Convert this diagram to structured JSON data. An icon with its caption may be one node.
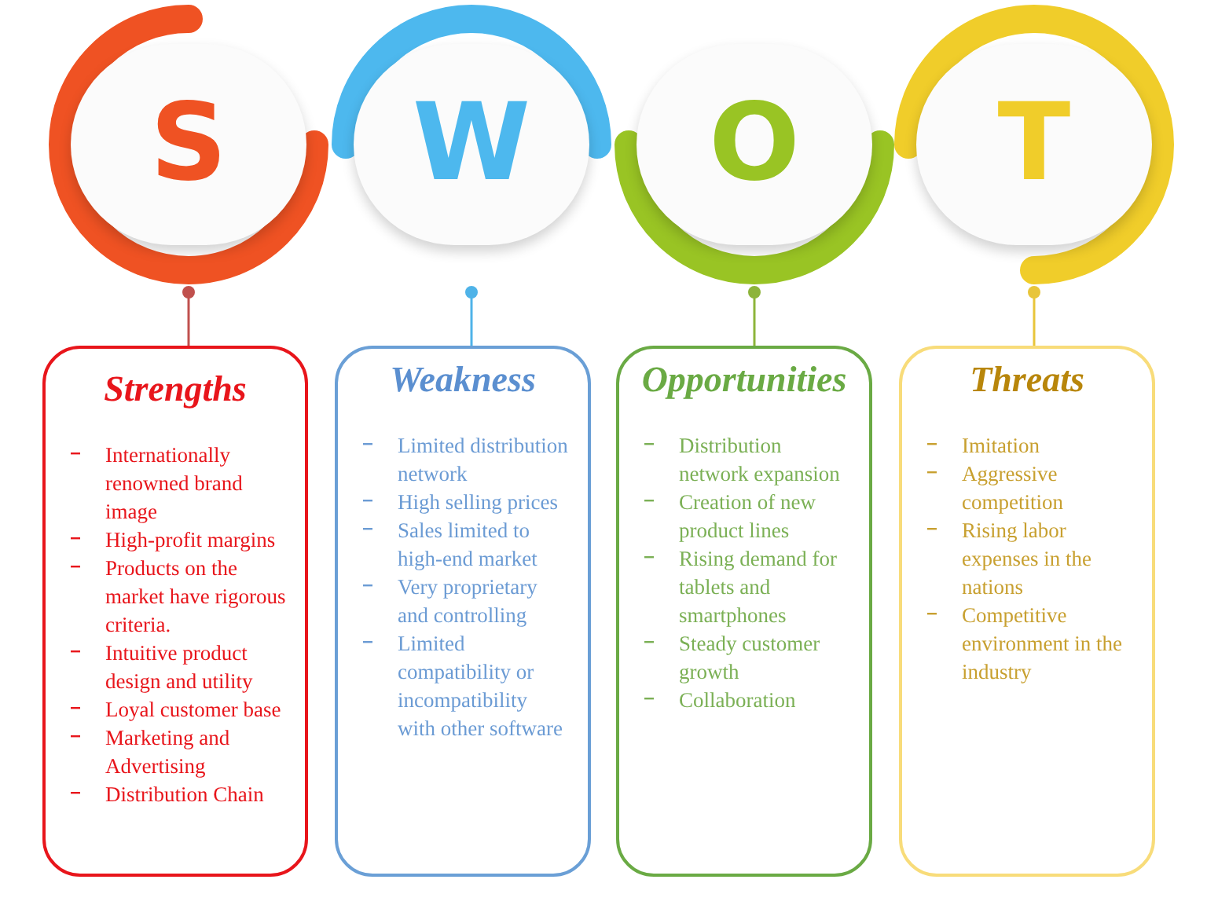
{
  "diagram": {
    "nodes": [
      {
        "text": [
          "S"
        ]
      },
      {
        "text": [
          "W"
        ]
      },
      {
        "text": [
          "O"
        ]
      },
      {
        "text": [
          "T"
        ]
      },
      {
        "text": [
          "Strengths",
          "Internationally renowned brand image",
          "High-profit margins",
          "Products on the market have rigorous criteria.",
          "Intuitive product design and utility",
          "Loyal customer base",
          "Marketing and Advertising",
          "Distribution Chain"
        ]
      },
      {
        "text": [
          "Weakness",
          "Limited distribution network",
          "High selling prices",
          "Sales limited to high-end market",
          "Very proprietary and controlling",
          "Limited compatibility or incompatibility with other software"
        ]
      },
      {
        "text": [
          "Opportunities",
          "Distribution network expansion",
          "Creation of new product lines",
          "Rising demand for tablets and smartphones",
          "Steady customer growth",
          "Collaboration"
        ]
      },
      {
        "text": [
          "Threats",
          "Imitation",
          "Aggressive competition",
          "Rising labor expenses in the nations",
          "Competitive environment in the industry"
        ]
      }
    ],
    "edges": [
      {
        "from": 0,
        "to": 4,
        "arrow": "other",
        "color": "#c0504d"
      },
      {
        "from": 1,
        "to": 5,
        "arrow": "other",
        "color": "#4fb3e8"
      },
      {
        "from": 2,
        "to": 6,
        "arrow": "other",
        "color": "#8db43a"
      },
      {
        "from": 3,
        "to": 7,
        "arrow": "other",
        "color": "#e8c53a"
      }
    ]
  }
}
